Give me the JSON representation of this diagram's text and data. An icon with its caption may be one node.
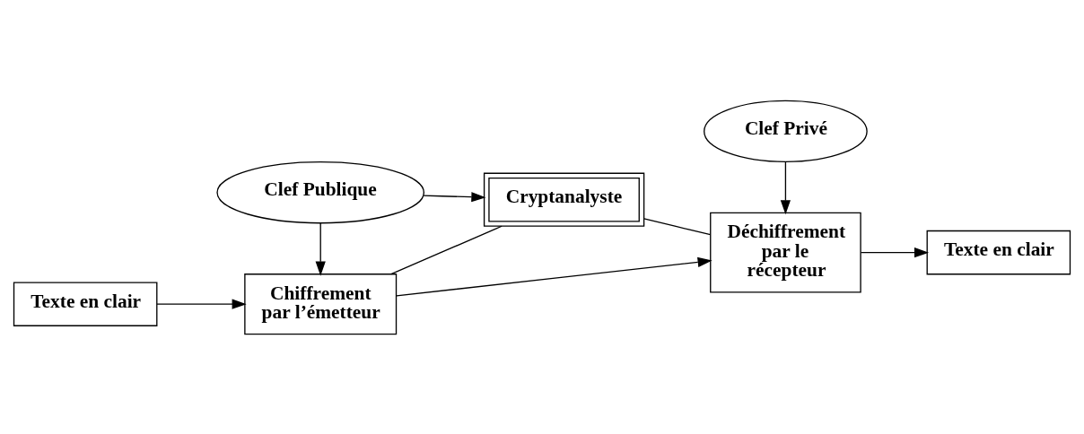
{
  "diagram": {
    "nodes": [
      {
        "text": [
          "Clef Publique"
        ]
      },
      {
        "text": [
          "Cryptanalyste"
        ]
      },
      {
        "text": [
          "Texte en clair"
        ]
      },
      {
        "text": [
          "Chiffrement par l’émetteur"
        ]
      },
      {
        "text": [
          "Déchiffrement par le récepteur"
        ]
      },
      {
        "text": [
          "Texte en clair"
        ]
      },
      {
        "text": [
          "Clef Privé"
        ]
      }
    ],
    "edges": [
      {
        "from": 0,
        "to": 1,
        "arrow": "to"
      },
      {
        "from": 0,
        "to": 3,
        "arrow": "to"
      },
      {
        "from": 2,
        "to": 3,
        "arrow": "to"
      },
      {
        "from": 3,
        "to": 4,
        "arrow": "to"
      },
      {
        "from": 3,
        "to": 1,
        "arrow": "none"
      },
      {
        "from": 1,
        "to": 4,
        "arrow": "none"
      },
      {
        "from": 4,
        "to": 5,
        "arrow": "to"
      },
      {
        "from": 6,
        "to": 4,
        "arrow": "to"
      }
    ]
  }
}
